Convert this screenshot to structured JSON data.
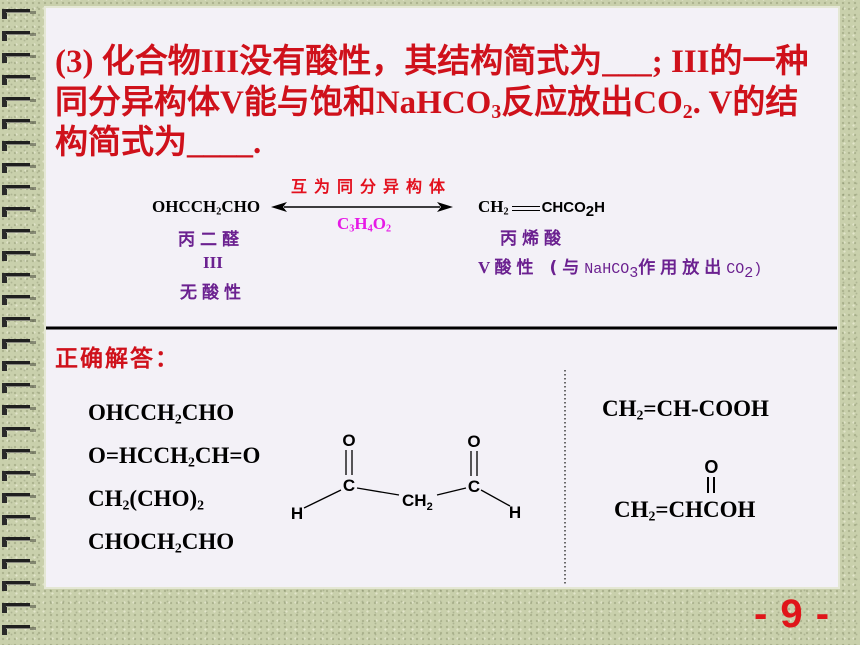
{
  "slide": {
    "page_number": "- 9 -",
    "colors": {
      "title_red": "#cf111b",
      "relation_red": "#e3101e",
      "purple": "#6b2190",
      "magenta": "#e619e6",
      "page_number_red": "#e0151a",
      "background": "#c9d0ac",
      "panel": "#f3f1f7"
    }
  },
  "question": {
    "line1": "(3) 化合物III没有酸性，其结构简式为___; III的一种",
    "line2": {
      "a": "同分异构体V能与饱和NaHCO",
      "s1": "3",
      "b": "反应放出CO",
      "s2": "2",
      "c": ". V的结"
    },
    "line3": "构简式为____."
  },
  "diagram": {
    "left": {
      "formula": {
        "a": "OHCCH",
        "s": "2",
        "b": "CHO"
      },
      "name": "丙二醛",
      "label": "III",
      "property": "无酸性"
    },
    "relation": {
      "label": "互为同分异构体",
      "formula": {
        "a": "C",
        "s1": "3",
        "b": "H",
        "s2": "4",
        "c": "O",
        "s3": "2"
      }
    },
    "right": {
      "formula": {
        "a": "CH",
        "s1": "2",
        "b": "CHCO",
        "s2": "2",
        "c": "H"
      },
      "name": "丙烯酸",
      "label": "V",
      "property": {
        "a": "酸性 (与",
        "b": "NaHCO",
        "s1": "3",
        "c": "作用放出",
        "d": "CO",
        "s2": "2",
        "e": ")"
      }
    }
  },
  "answer": {
    "title": "正确解答：",
    "left_formulas": [
      {
        "a": "OHCCH",
        "s": "2",
        "b": "CHO"
      },
      {
        "a": "O=HCCH",
        "s": "2",
        "b": "CH=O"
      },
      {
        "a": "CH",
        "s": "2",
        "b": "(CHO)",
        "s2": "2"
      },
      {
        "a": "CHOCH",
        "s": "2",
        "b": "CHO"
      }
    ],
    "structure_left": {
      "o1": "O",
      "o2": "O",
      "c1": "C",
      "c2": "C",
      "h1": "H",
      "h2": "H",
      "ch2": {
        "a": "CH",
        "s": "2"
      }
    },
    "right_formula": {
      "a": "CH",
      "s": "2",
      "b": "=CH-COOH"
    },
    "structure_right": {
      "o": "O",
      "line": {
        "a": "CH",
        "s": "2",
        "b": "=CH",
        "c": "C",
        "d": "OH"
      }
    }
  }
}
